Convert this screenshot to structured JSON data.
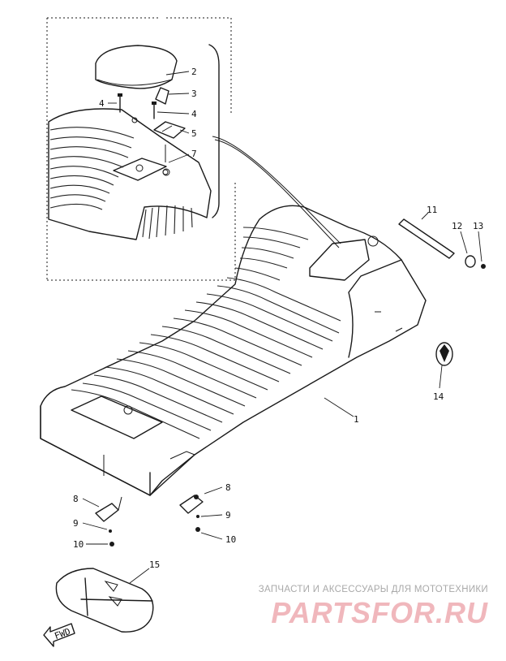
{
  "callouts": {
    "c1": "1",
    "c2": "2",
    "c3": "3",
    "c4a": "4",
    "c4b": "4",
    "c5": "5",
    "c7": "7",
    "c8a": "8",
    "c8b": "8",
    "c9a": "9",
    "c9b": "9",
    "c10a": "10",
    "c10b": "10",
    "c11": "11",
    "c12": "12",
    "c13": "13",
    "c14": "14",
    "c15": "15"
  },
  "fwd_arrow_label": "FWD",
  "watermark": {
    "caption": "ЗАПЧАСТИ И АКСЕССУАРЫ ДЛЯ МОТОТЕХНИКИ",
    "logo": "PARTSFOR.RU"
  },
  "colors": {
    "ink": "#1a1a1a",
    "watermark_caption": "#a9a9a9",
    "watermark_logo": "#f0b7bc"
  }
}
